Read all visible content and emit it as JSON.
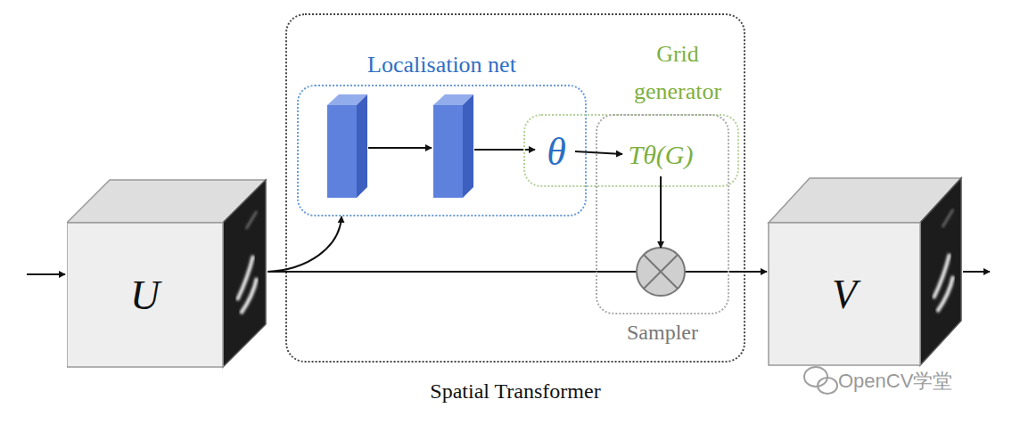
{
  "diagram": {
    "nodes": [
      {
        "text": [
          "U"
        ]
      },
      {
        "text": [
          "Spatial Transformer"
        ]
      },
      {
        "text": [
          "Localisation net"
        ],
        "in": 1
      },
      {
        "text": [
          "θ"
        ],
        "in": 2
      },
      {
        "text": [
          "Grid generator"
        ],
        "in": 1
      },
      {
        "text": [
          "Tθ(G)"
        ],
        "in": 4
      },
      {
        "text": [
          "Sampler"
        ],
        "in": 1
      },
      {
        "text": [
          "V"
        ]
      }
    ],
    "edges": [
      {
        "from": 0,
        "to": 2,
        "arrow": "to"
      },
      {
        "from": 3,
        "to": 5,
        "arrow": "to"
      },
      {
        "from": 5,
        "to": 6,
        "arrow": "to"
      },
      {
        "from": 0,
        "to": 6,
        "arrow": "none"
      },
      {
        "from": 6,
        "to": 7,
        "arrow": "to"
      }
    ],
    "labels": [
      "OpenCV学堂"
    ]
  }
}
